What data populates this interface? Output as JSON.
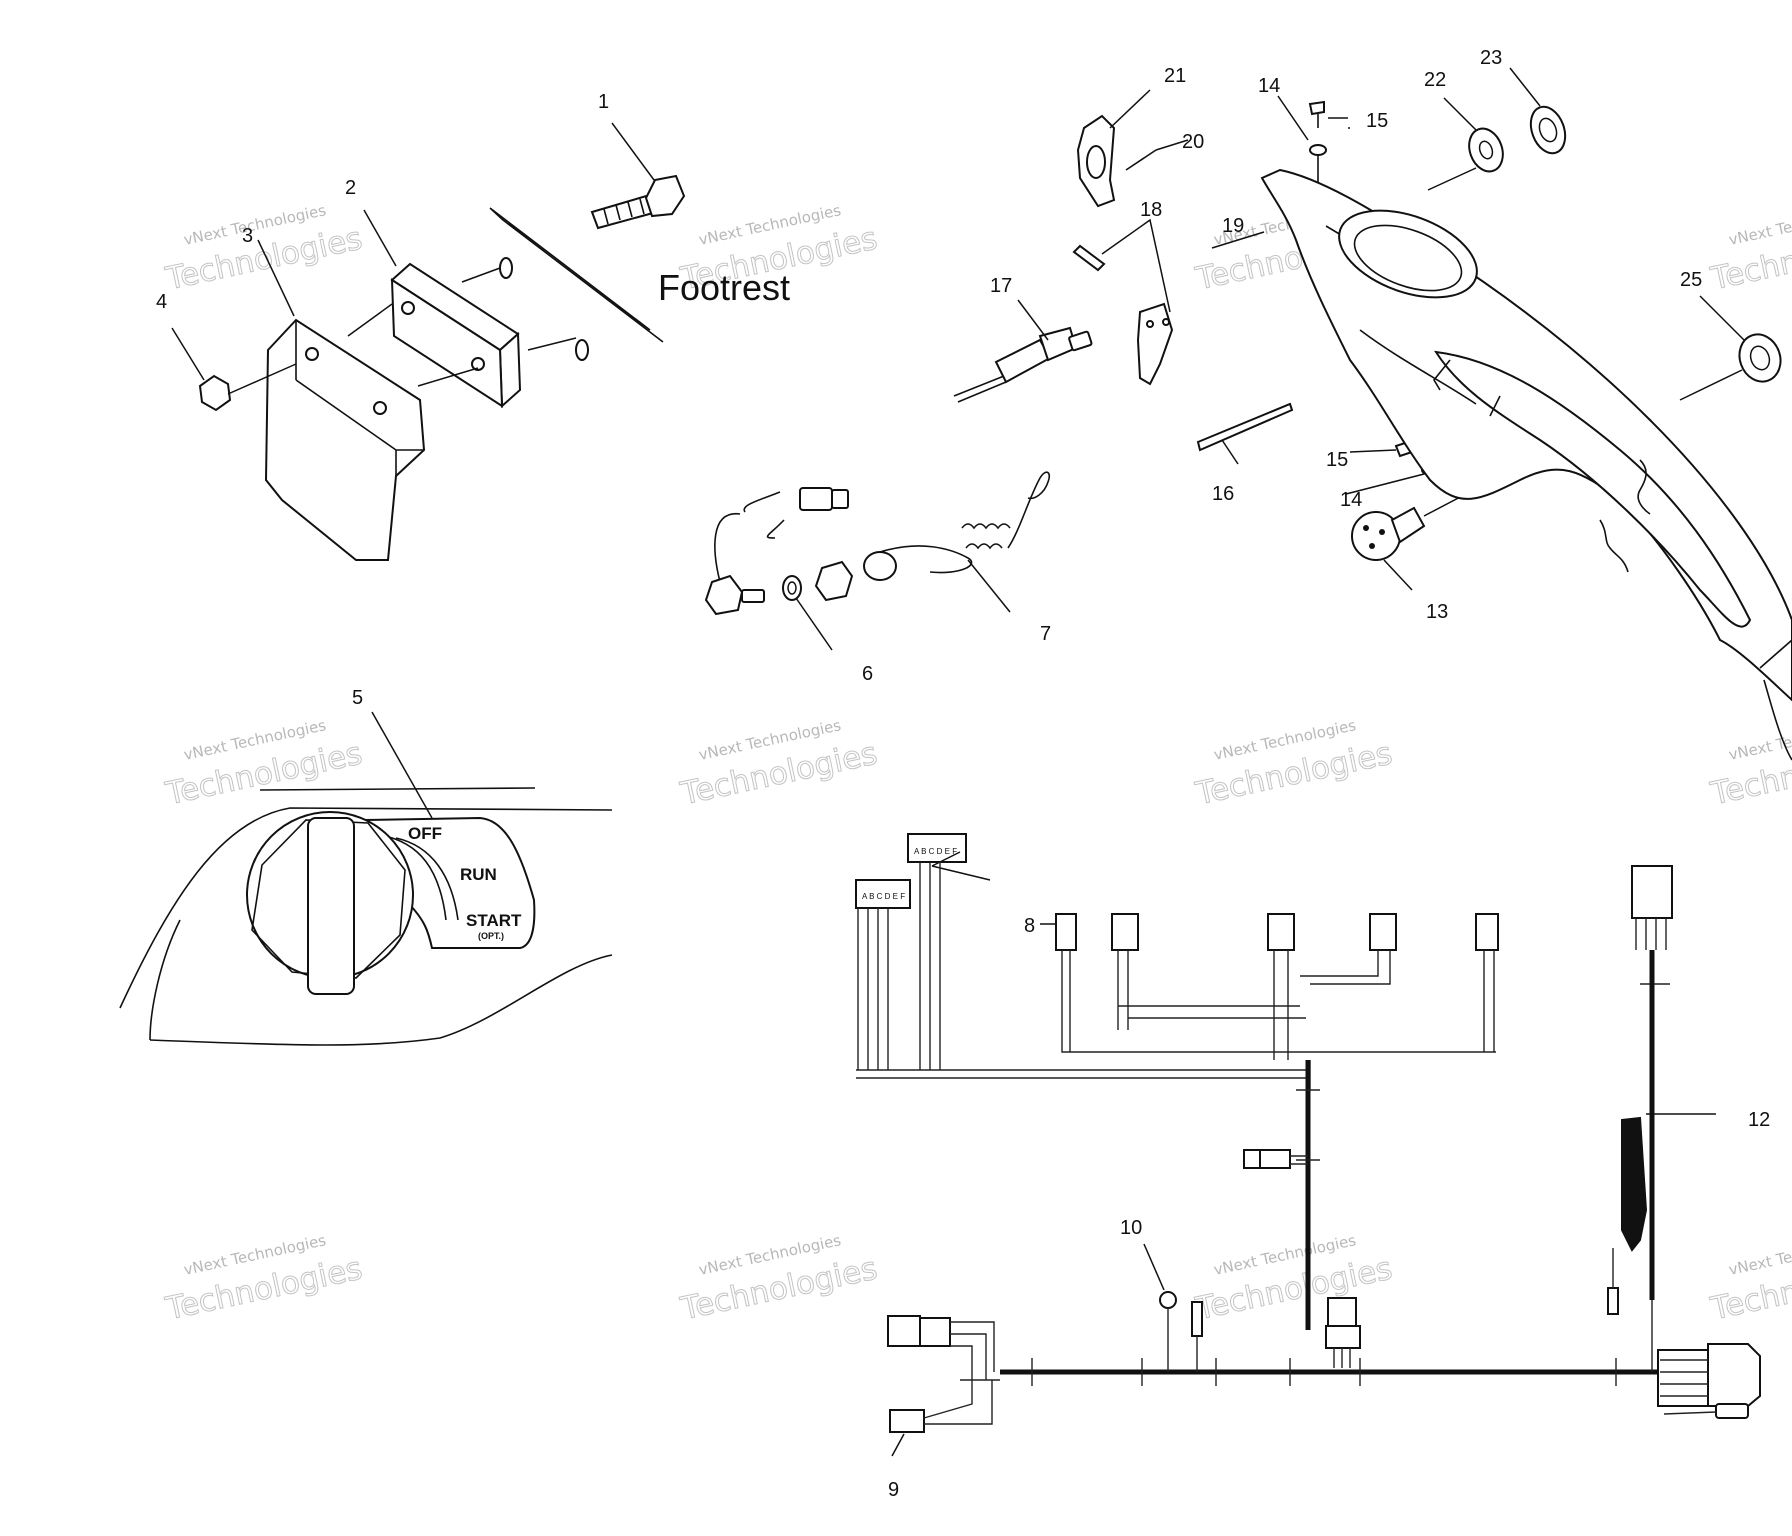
{
  "heading": "Footrest",
  "switch_positions": {
    "off": "OFF",
    "run": "RUN",
    "start": "START",
    "start_note": "(OPT.)"
  },
  "callouts": {
    "c1": "1",
    "c2": "2",
    "c3": "3",
    "c4": "4",
    "c5": "5",
    "c6": "6",
    "c7": "7",
    "c8": "8",
    "c9": "9",
    "c10": "10",
    "c12": "12",
    "c13": "13",
    "c14a": "14",
    "c14b": "14",
    "c15a": "15",
    "c15b": "15",
    "c16": "16",
    "c17": "17",
    "c18": "18",
    "c19": "19",
    "c20": "20",
    "c21": "21",
    "c22": "22",
    "c23": "23",
    "c25": "25"
  },
  "watermark": {
    "line1": "vNext Technologies",
    "line2": "Technologies"
  },
  "connector_pins": "A B C D E F"
}
